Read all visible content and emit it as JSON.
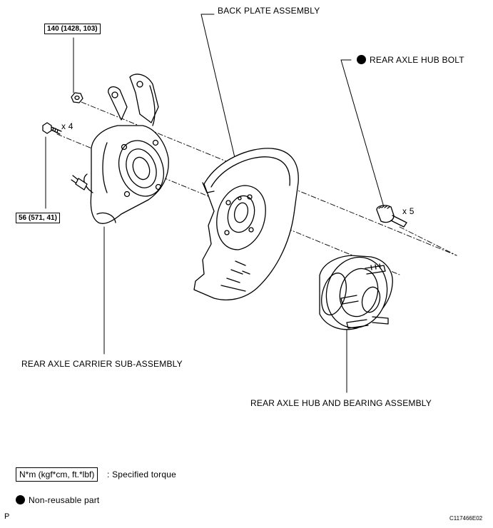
{
  "labels": {
    "back_plate": "BACK PLATE ASSEMBLY",
    "hub_bolt": "REAR AXLE HUB BOLT",
    "carrier": "REAR AXLE CARRIER SUB-ASSEMBLY",
    "hub_bearing": "REAR AXLE HUB AND BEARING ASSEMBLY",
    "qty_x4": "x 4",
    "qty_x5": "x 5"
  },
  "torques": {
    "nut": "140 (1428, 103)",
    "bolt": "56 (571, 41)"
  },
  "legend": {
    "torque_units": "N*m (kgf*cm, ft.*lbf)",
    "torque_text": ": Specified torque",
    "nonreusable_text": "Non-reusable part"
  },
  "footer": {
    "page_letter": "P",
    "figure_code": "C117466E02"
  }
}
